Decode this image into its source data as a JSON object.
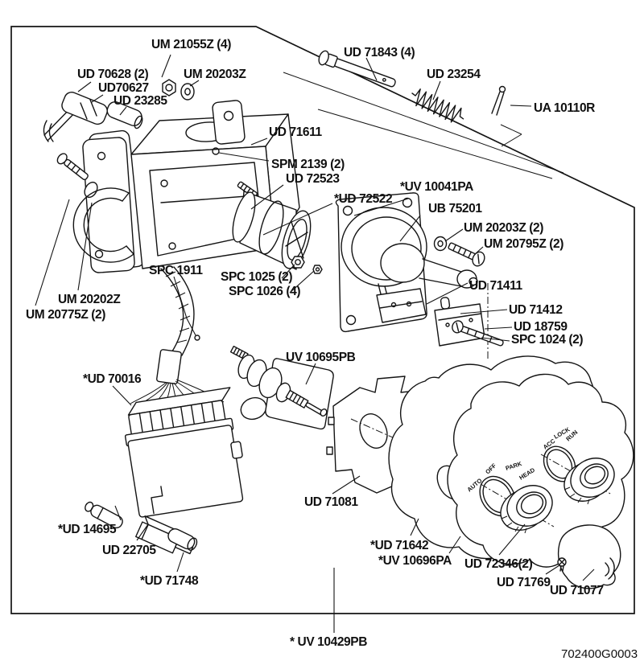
{
  "diagram": {
    "kind": "exploded-parts-diagram",
    "drawing_number": "702400G0003",
    "colors": {
      "ink": "#141414",
      "paper": "#ffffff"
    },
    "part_labels": [
      "UM 21055Z (4)",
      "UD 70628 (2)",
      "UD70627",
      "UD 23285",
      "UM 20203Z",
      "UD 71843 (4)",
      "UD 23254",
      "UA 10110R",
      "UD 71611",
      "SPM 2139 (2)",
      "UD 72523",
      "*UD 72522",
      "*UV 10041PA",
      "UB 75201",
      "UM 20203Z (2)",
      "UM 20795Z (2)",
      "UD 71411",
      "UD 71412",
      "UD 18759",
      "SPC 1024 (2)",
      "SPC 1911",
      "SPC 1025 (2)",
      "SPC 1026 (4)",
      "UM 20202Z",
      "UM 20775Z (2)",
      "UV 10695PB",
      "*UD 70016",
      "*UD 14695",
      "UD 22705",
      "*UD 71748",
      "UD 71081",
      "*UD 71642",
      "*UV 10696PA",
      "UD 72346(2)",
      "UD 71769",
      "UD 71077",
      "* UV 10429PB"
    ],
    "dial_markings": {
      "left": [
        "AUTO",
        "OFF",
        "PARK",
        "HEAD"
      ],
      "right": [
        "ACC",
        "LOCK",
        "RUN"
      ]
    }
  }
}
